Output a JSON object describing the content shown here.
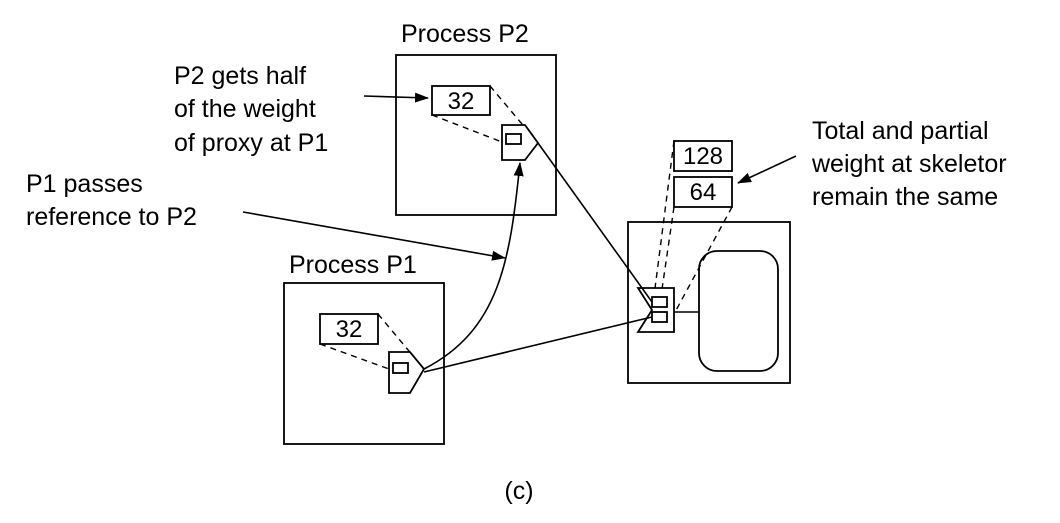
{
  "process_p2": {
    "title": "Process P2",
    "weight": "32"
  },
  "process_p1": {
    "title": "Process P1",
    "weight": "32"
  },
  "skeleton": {
    "total_weight": "128",
    "partial_weight": "64"
  },
  "annotations": {
    "p2_half": [
      "P2 gets half",
      "of the weight",
      "of proxy at P1"
    ],
    "p1_passes": [
      "P1 passes",
      "reference to P2"
    ],
    "total_partial": [
      "Total and partial",
      "weight at skeletor",
      "remain the same"
    ]
  },
  "caption": "(c)"
}
